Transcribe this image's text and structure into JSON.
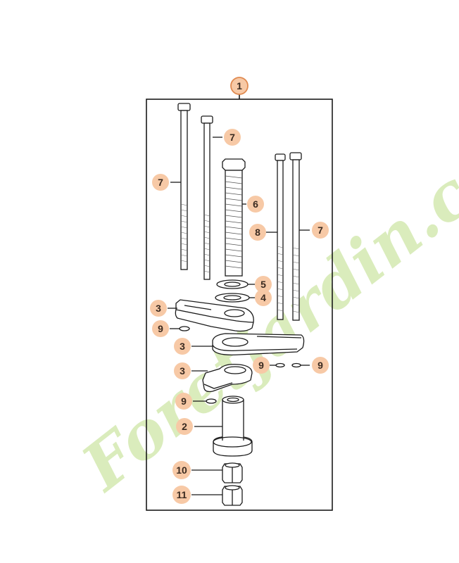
{
  "diagram": {
    "assembly_number": "1",
    "watermark": "Foretjardin.com",
    "callouts": [
      "7",
      "7",
      "7",
      "6",
      "8",
      "5",
      "4",
      "3",
      "9",
      "3",
      "3",
      "9",
      "9",
      "9",
      "2",
      "10",
      "11"
    ]
  },
  "colors": {
    "callout_fill": "#f7c9a6",
    "callout_stroke": "#e08a50",
    "line": "#1a1a1a",
    "watermark_green": "#d3e9b0",
    "watermark_gray": "#d6d3cc"
  }
}
